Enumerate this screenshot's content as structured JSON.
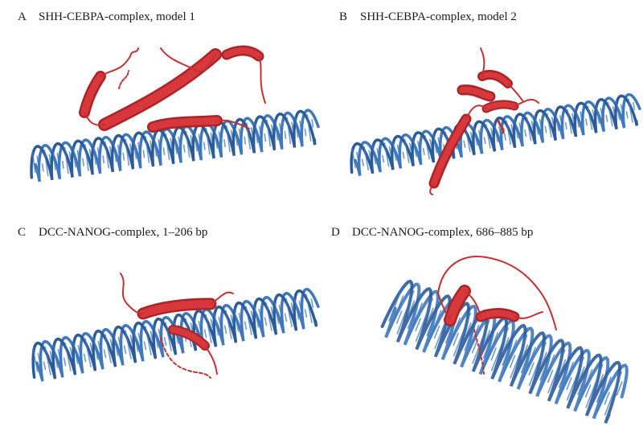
{
  "panels": [
    {
      "letter": "A",
      "title": "SHH-CEBPA-complex, model 1"
    },
    {
      "letter": "B",
      "title": "SHH-CEBPA-complex, model 2"
    },
    {
      "letter": "C",
      "title": "DCC-NANOG-complex, 1–206 bp"
    },
    {
      "letter": "D",
      "title": "DCC-NANOG-complex, 686–885 bp"
    }
  ],
  "colors": {
    "dna": "#3f78be",
    "dna_dark": "#2c5b9a",
    "protein": "#d8383c",
    "protein_dark": "#a92528"
  }
}
